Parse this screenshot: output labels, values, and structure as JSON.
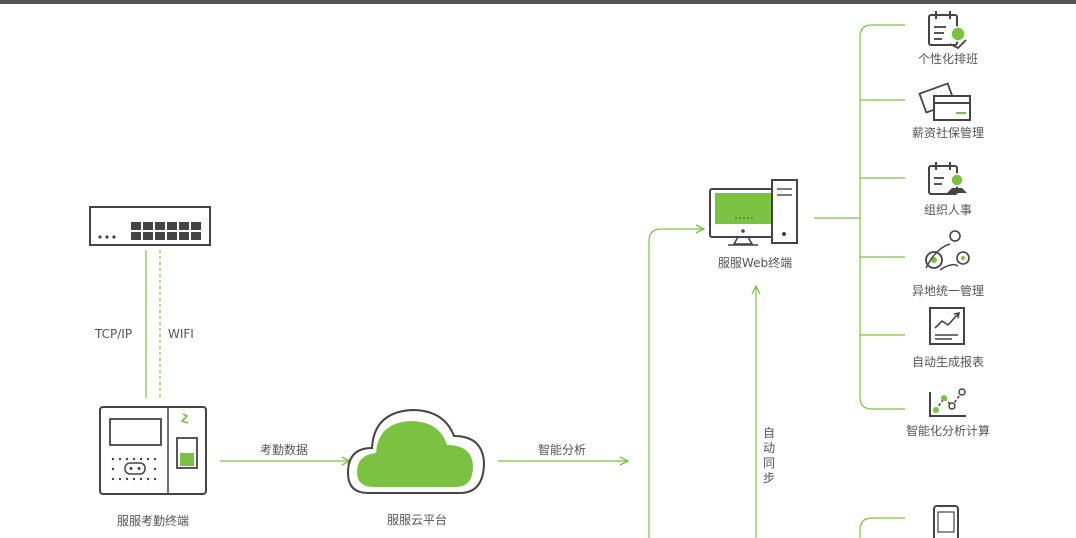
{
  "colors": {
    "accent": "#7cc242",
    "stroke": "#444444",
    "accent_dark": "#5a9a2c"
  },
  "terminal": {
    "label": "服服考勤终端"
  },
  "cloud": {
    "label": "服服云平台"
  },
  "web": {
    "label": "服服Web终端"
  },
  "links": {
    "tcpip": "TCP/IP",
    "wifi": "WIFI",
    "attendance_data": "考勤数据",
    "smart_analysis": "智能分析",
    "auto_sync": "自动同步"
  },
  "features": [
    {
      "label": "个性化排班",
      "icon": "schedule-icon"
    },
    {
      "label": "薪资社保管理",
      "icon": "salary-card-icon"
    },
    {
      "label": "组织人事",
      "icon": "hr-icon"
    },
    {
      "label": "异地统一管理",
      "icon": "location-icon"
    },
    {
      "label": "自动生成报表",
      "icon": "report-chart-icon"
    },
    {
      "label": "智能化分析计算",
      "icon": "analysis-icon"
    }
  ]
}
